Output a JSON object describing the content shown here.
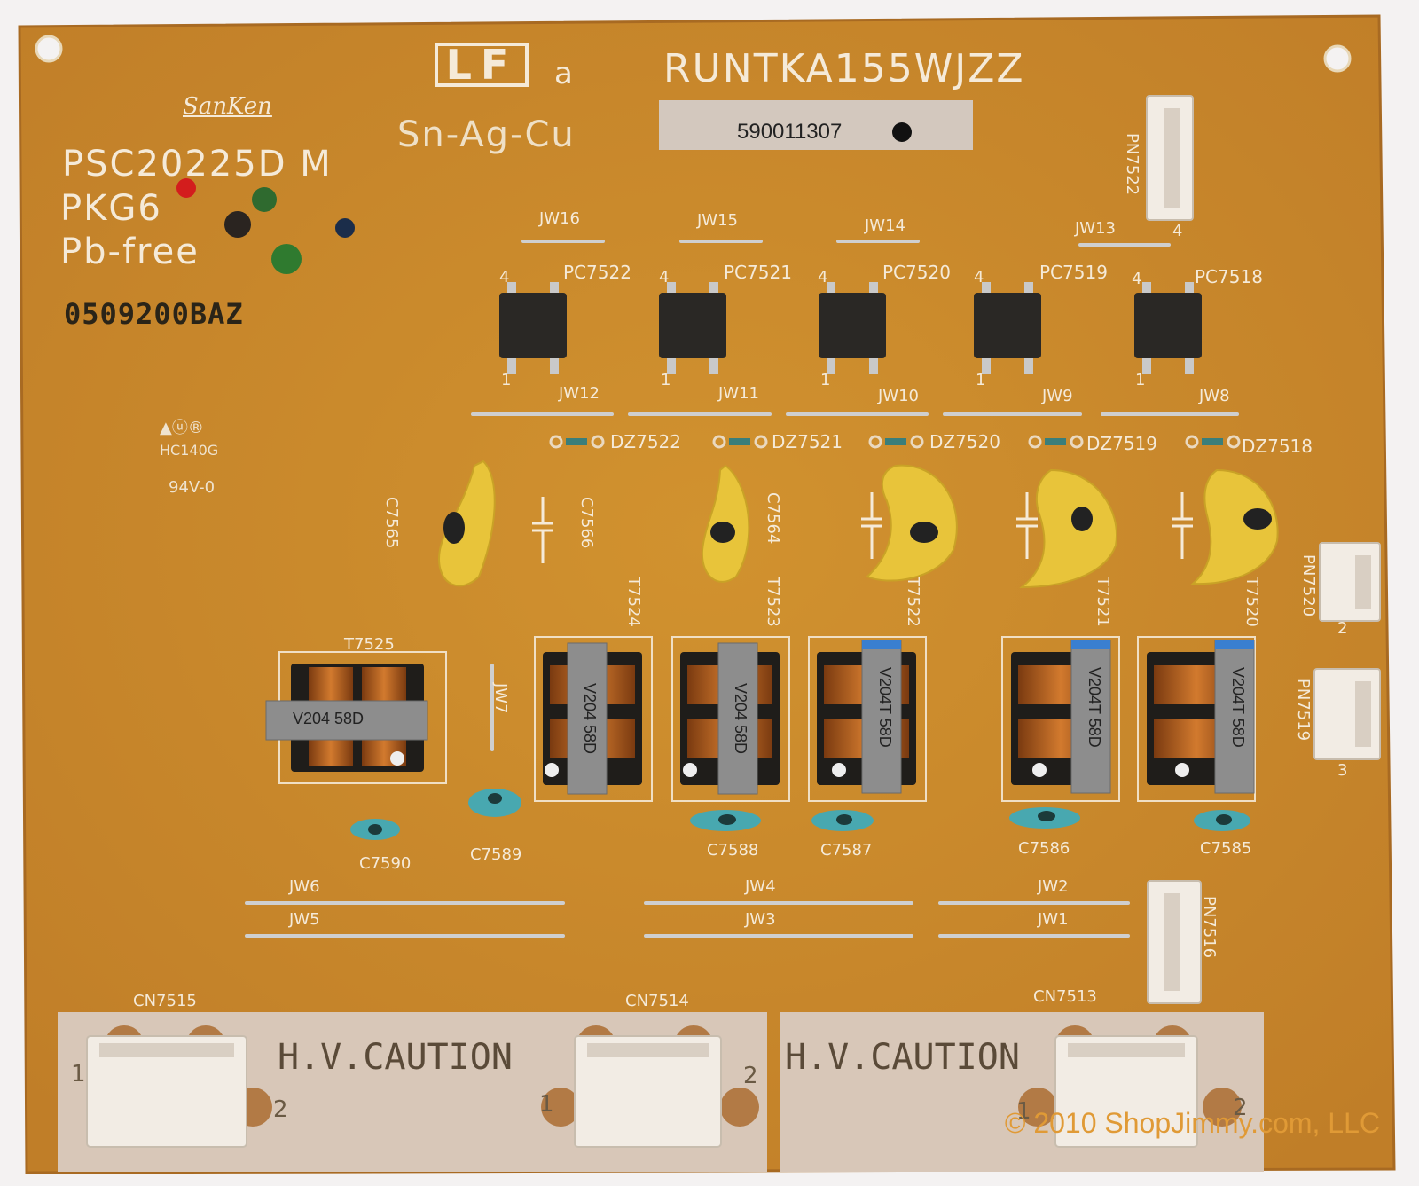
{
  "board": {
    "part_number": "RUNTKA155WJZZ",
    "sticker_number": "590011307",
    "maker": "SanKen",
    "model": "PSC20225D M",
    "package": "PKG6",
    "pb_free": "Pb-free",
    "date_code": "0509200BAZ",
    "lf_letters": "LF",
    "lf_suffix": "a",
    "solder": "Sn-Ag-Cu",
    "ul_mark": "HC140G",
    "flammability": "94V-0",
    "copyright": "© 2010 ShopJimmy.com, LLC"
  },
  "caution_labels": [
    "H.V.CAUTION",
    "H.V.CAUTION"
  ],
  "connectors": [
    {
      "ref": "CN7515",
      "pin_left": "1",
      "pin_right": "2"
    },
    {
      "ref": "CN7514",
      "pin_left": "1",
      "pin_right": "2"
    },
    {
      "ref": "CN7513",
      "pin_left": "1",
      "pin_right": "2"
    }
  ],
  "side_connectors": [
    "PN7522",
    "PN7520",
    "PN7519",
    "PN7516"
  ],
  "side_connector_pins": [
    "4",
    "2",
    "3"
  ],
  "jumpers_top": [
    "JW16",
    "JW15",
    "JW14",
    "JW13"
  ],
  "jumpers_mid": [
    "JW12",
    "JW11",
    "JW10",
    "JW9",
    "JW8"
  ],
  "jumpers_bottom": [
    "JW6",
    "JW5",
    "JW4",
    "JW3",
    "JW2",
    "JW1"
  ],
  "jumper_vertical": "JW7",
  "photocouplers": [
    "PC7522",
    "PC7521",
    "PC7520",
    "PC7519",
    "PC7518"
  ],
  "photocoupler_pins": [
    "4",
    "1"
  ],
  "zeners": [
    "DZ7522",
    "DZ7521",
    "DZ7520",
    "DZ7519",
    "DZ7518"
  ],
  "caps_left": [
    "C7565",
    "C7566",
    "C7564"
  ],
  "transformers": [
    "T7525",
    "T7524",
    "T7523",
    "T7522",
    "T7521",
    "T7520"
  ],
  "transformer_labels": [
    "V204 58D",
    "V204 58D",
    "V204 58D",
    "V204T 58D",
    "V204T 58D",
    "V204T 58D"
  ],
  "caps_bottom": [
    "C7590",
    "C7589",
    "C7588",
    "C7587",
    "C7586",
    "C7585"
  ],
  "colors": {
    "board": "#c9892c",
    "board_dark": "#b8772a",
    "silkscreen": "#f5ead8",
    "caution_panel": "#d8c7b8",
    "capacitor": "#e8c43a",
    "copper": "#b8661e"
  }
}
